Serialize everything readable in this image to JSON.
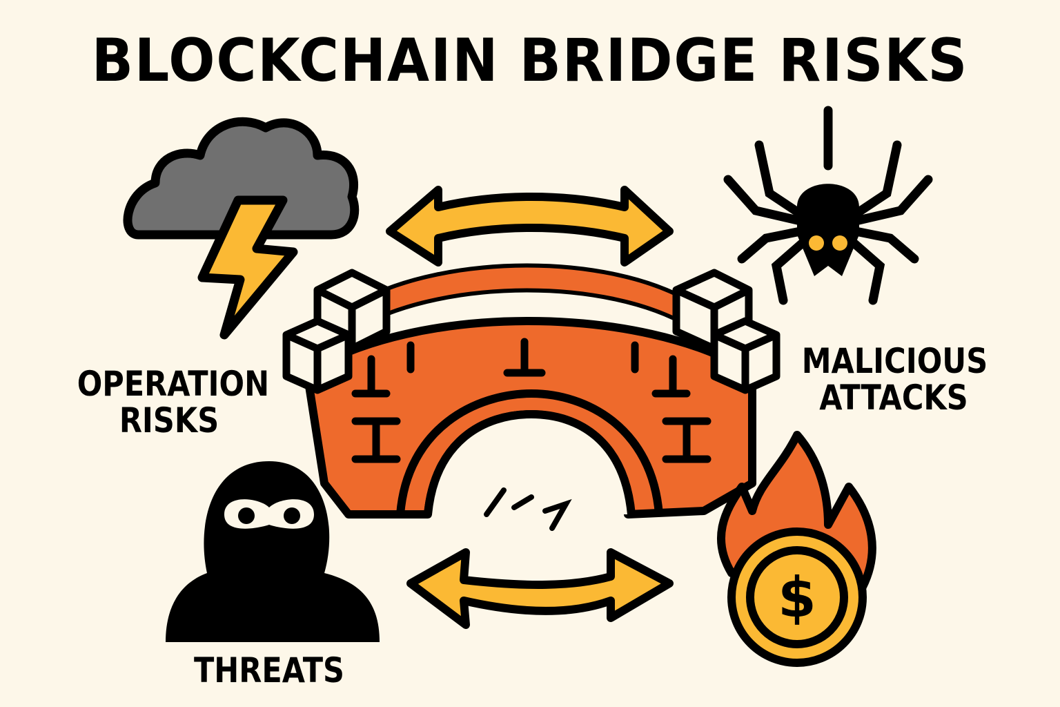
{
  "title": "BLOCKCHAIN BRIDGE RISKS",
  "labels": {
    "operation": {
      "line1": "OPERATION",
      "line2": "RISKS"
    },
    "malicious": {
      "line1": "MALICIOUS",
      "line2": "ATTACKS"
    },
    "threats": {
      "line1": "THREATS"
    }
  },
  "icons": {
    "top_left": "storm-cloud-lightning-icon",
    "top_right": "spider-icon",
    "center": "brick-bridge-with-blocks-icon",
    "top_arrow": "double-arrow-icon",
    "bottom_arrow": "double-arrow-icon",
    "bottom_left": "masked-hacker-icon",
    "bottom_right": "burning-coin-icon"
  },
  "colors": {
    "background": "#fdf7e9",
    "outline": "#000000",
    "bridge_orange": "#ee6a2c",
    "accent_yellow": "#fbb934",
    "cloud_gray": "#707070",
    "block_fill": "#fdf7e9"
  }
}
